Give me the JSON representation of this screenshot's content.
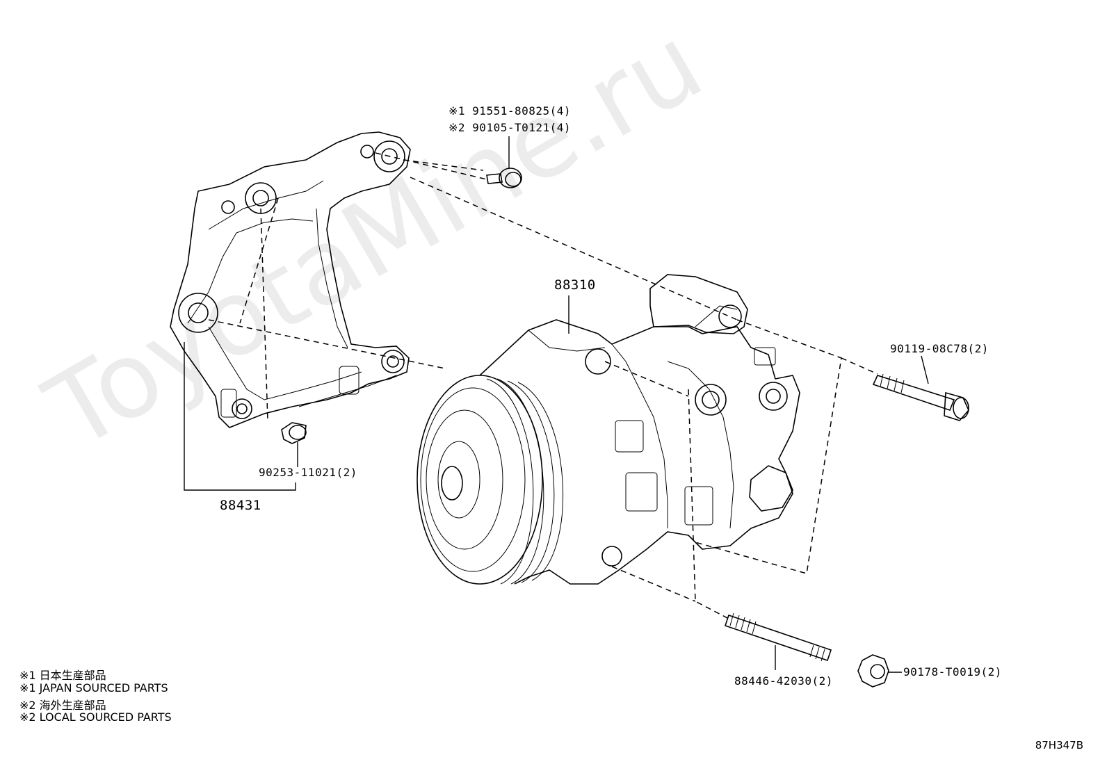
{
  "watermark": "ToyotaMine.ru",
  "parts": {
    "bolt_top": {
      "line1": "※1 91551-80825(4)",
      "line2": "※2 90105-T0121(4)"
    },
    "compressor": {
      "label": "88310"
    },
    "bolt_right": {
      "label": "90119-08C78(2)"
    },
    "collar": {
      "label": "90253-11021(2)"
    },
    "bracket": {
      "label": "88431"
    },
    "stud": {
      "label": "88446-42030(2)"
    },
    "nut": {
      "label": "90178-T0019(2)"
    }
  },
  "legend": [
    "※1 日本生産部品",
    "※1 JAPAN SOURCED PARTS",
    "※2 海外生産部品",
    "※2 LOCAL SOURCED PARTS"
  ],
  "diagram_code": "87H347B"
}
